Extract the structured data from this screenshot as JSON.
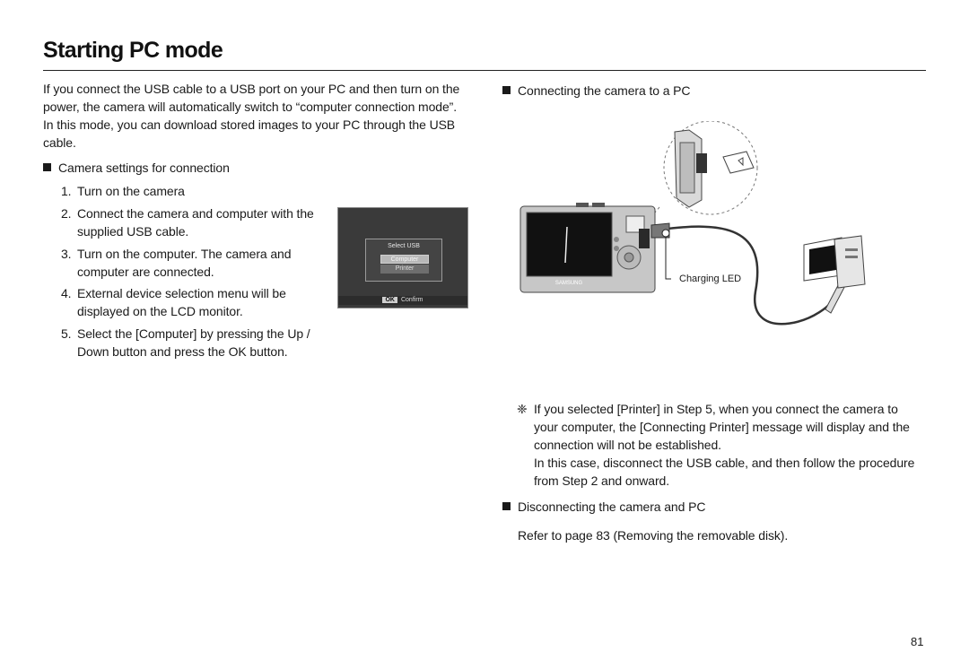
{
  "page": {
    "title": "Starting PC mode",
    "intro": "If you connect the USB cable to a USB port on your PC and then turn on the power, the camera will automatically switch to “computer connection mode”. In this mode, you can download stored images to your PC through the USB cable.",
    "page_number": "81"
  },
  "left": {
    "section_heading": "Camera settings for connection",
    "steps": [
      {
        "num": "1.",
        "text": "Turn on the camera"
      },
      {
        "num": "2.",
        "text": "Connect the camera and computer with the supplied USB cable."
      },
      {
        "num": "3.",
        "text": "Turn on the computer. The camera and computer are connected."
      },
      {
        "num": "4.",
        "text": "External device selection menu will be displayed on the LCD monitor."
      },
      {
        "num": "5.",
        "text": "Select the [Computer] by pressing the Up / Down button and press the OK button."
      }
    ]
  },
  "lcd": {
    "menu_title": "Select USB",
    "options": [
      "Computer",
      "Printer"
    ],
    "selected": "Computer",
    "ok_key": "OK",
    "ok_label": "Confirm"
  },
  "right": {
    "connect_heading": "Connecting the camera to a PC",
    "camera_brand": "SAMSUNG",
    "charging_led_label": "Charging LED",
    "note_symbol": "❈",
    "note_1": "If you selected [Printer] in Step 5, when you connect the camera to your computer, the [Connecting Printer] message will display and the connection will not be established.",
    "note_2": "In this case, disconnect the USB cable, and then follow the procedure from Step 2 and onward.",
    "disconnect_heading": "Disconnecting the camera and PC",
    "disconnect_text": "Refer to page 83 (Removing the removable disk)."
  }
}
